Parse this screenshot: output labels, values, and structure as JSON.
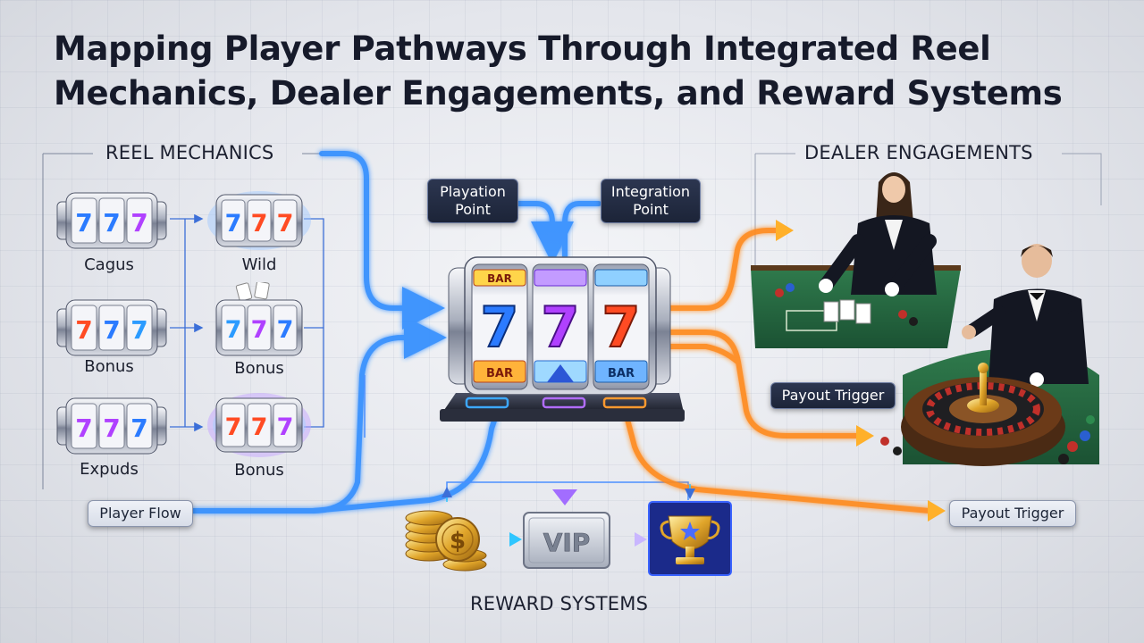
{
  "title": {
    "line1": "Mapping Player Pathways Through Integrated Reel",
    "line2": "Mechanics, Dealer Engagements, and Reward Systems"
  },
  "sections": {
    "reel_mechanics": "REEL MECHANICS",
    "dealer_engagements": "DEALER ENGAGEMENTS",
    "reward_systems": "REWARD SYSTEMS"
  },
  "reels_left": [
    {
      "caption": "Cagus"
    },
    {
      "caption": "Bonus"
    },
    {
      "caption": "Expuds"
    }
  ],
  "reels_right": [
    {
      "caption": "Wild"
    },
    {
      "caption": "Bonus"
    },
    {
      "caption": "Bonus"
    }
  ],
  "labels": {
    "playation_point": "Playation Point",
    "integration_point": "Integration Point",
    "player_flow": "Player Flow",
    "payout_trigger_1": "Payout Trigger",
    "payout_trigger_2": "Payout Trigger"
  },
  "slot_machine": {
    "symbol": "7",
    "bar_top": "BAR",
    "bar_bottom": "BAR"
  },
  "rewards": {
    "vip": "VIP",
    "coin_symbol": "$"
  },
  "colors": {
    "blue": "#2f8cff",
    "purple": "#8a4dff",
    "orange": "#ff8a1f",
    "navy": "#1f2740"
  }
}
